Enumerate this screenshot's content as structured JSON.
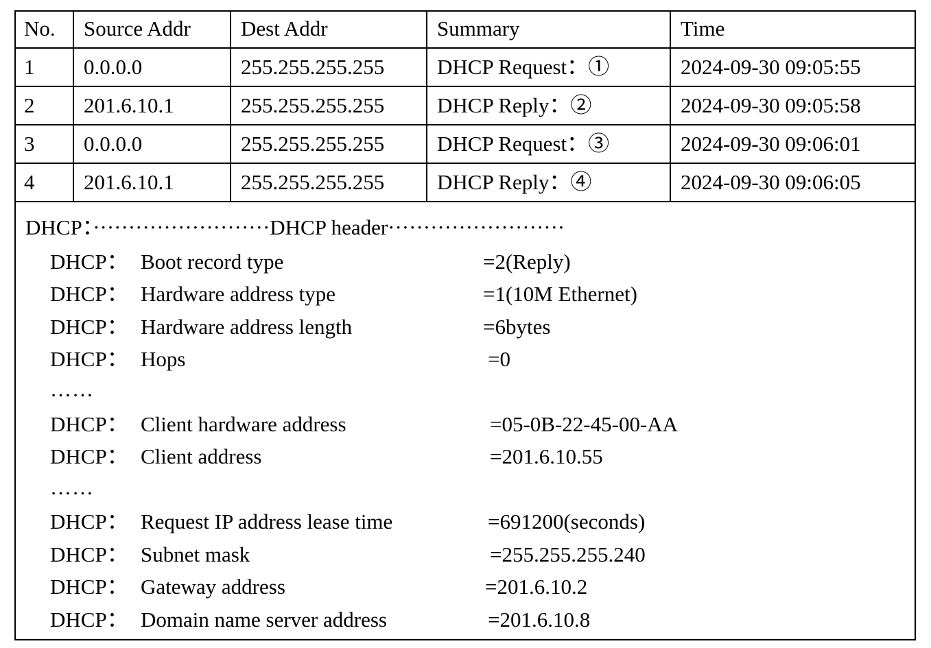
{
  "table": {
    "columns": [
      "No.",
      "Source Addr",
      "Dest Addr",
      "Summary",
      "Time"
    ],
    "rows": [
      [
        "1",
        "0.0.0.0",
        "255.255.255.255",
        "DHCP Request：①",
        "2024-09-30 09:05:55"
      ],
      [
        "2",
        "201.6.10.1",
        "255.255.255.255",
        "DHCP Reply：②",
        "2024-09-30 09:05:58"
      ],
      [
        "3",
        "0.0.0.0",
        "255.255.255.255",
        "DHCP Request：③",
        "2024-09-30 09:06:01"
      ],
      [
        "4",
        "201.6.10.1",
        "255.255.255.255",
        "DHCP Reply：④",
        "2024-09-30 09:06:05"
      ]
    ]
  },
  "detail": {
    "header": "DHCP：·························DHCP header·························",
    "protocol_label": "DHCP：",
    "ellipsis": "……",
    "fields_a": [
      {
        "name": "Boot record type",
        "value": "=2(Reply)"
      },
      {
        "name": "Hardware address type",
        "value": "=1(10M Ethernet)"
      },
      {
        "name": "Hardware address length",
        "value": "=6bytes"
      },
      {
        "name": "Hops",
        "value": "=0"
      }
    ],
    "fields_b": [
      {
        "name": "Client hardware address",
        "value": "=05-0B-22-45-00-AA"
      },
      {
        "name": "Client address",
        "value": "=201.6.10.55"
      }
    ],
    "fields_c": [
      {
        "name": "Request IP address lease time",
        "value": "=691200(seconds)"
      },
      {
        "name": "Subnet mask",
        "value": "=255.255.255.240"
      },
      {
        "name": "Gateway address",
        "value": "=201.6.10.2"
      },
      {
        "name": "Domain name server address",
        "value": "=201.6.10.8"
      }
    ]
  }
}
